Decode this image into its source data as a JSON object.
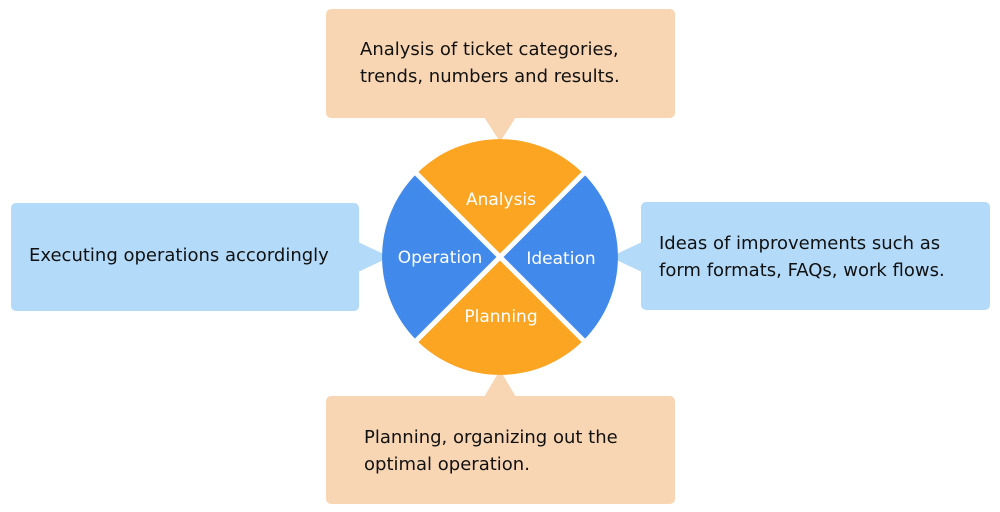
{
  "colors": {
    "orange_segment": "#FBA523",
    "blue_segment": "#418AEC",
    "orange_box": "#F9D6B3",
    "blue_box": "#B3DAF9",
    "divider": "#FFFFFF",
    "text": "#111111"
  },
  "segments": {
    "analysis": "Analysis",
    "ideation": "Ideation",
    "planning": "Planning",
    "operation": "Operation"
  },
  "callouts": {
    "top": {
      "line1": "Analysis of ticket categories,",
      "line2": "trends, numbers and results."
    },
    "right": {
      "line1": "Ideas of improvements such as",
      "line2": "form formats, FAQs, work flows."
    },
    "bottom": {
      "line1": "Planning, organizing out the",
      "line2": "optimal operation."
    },
    "left": {
      "line1": "Executing operations accordingly"
    }
  }
}
